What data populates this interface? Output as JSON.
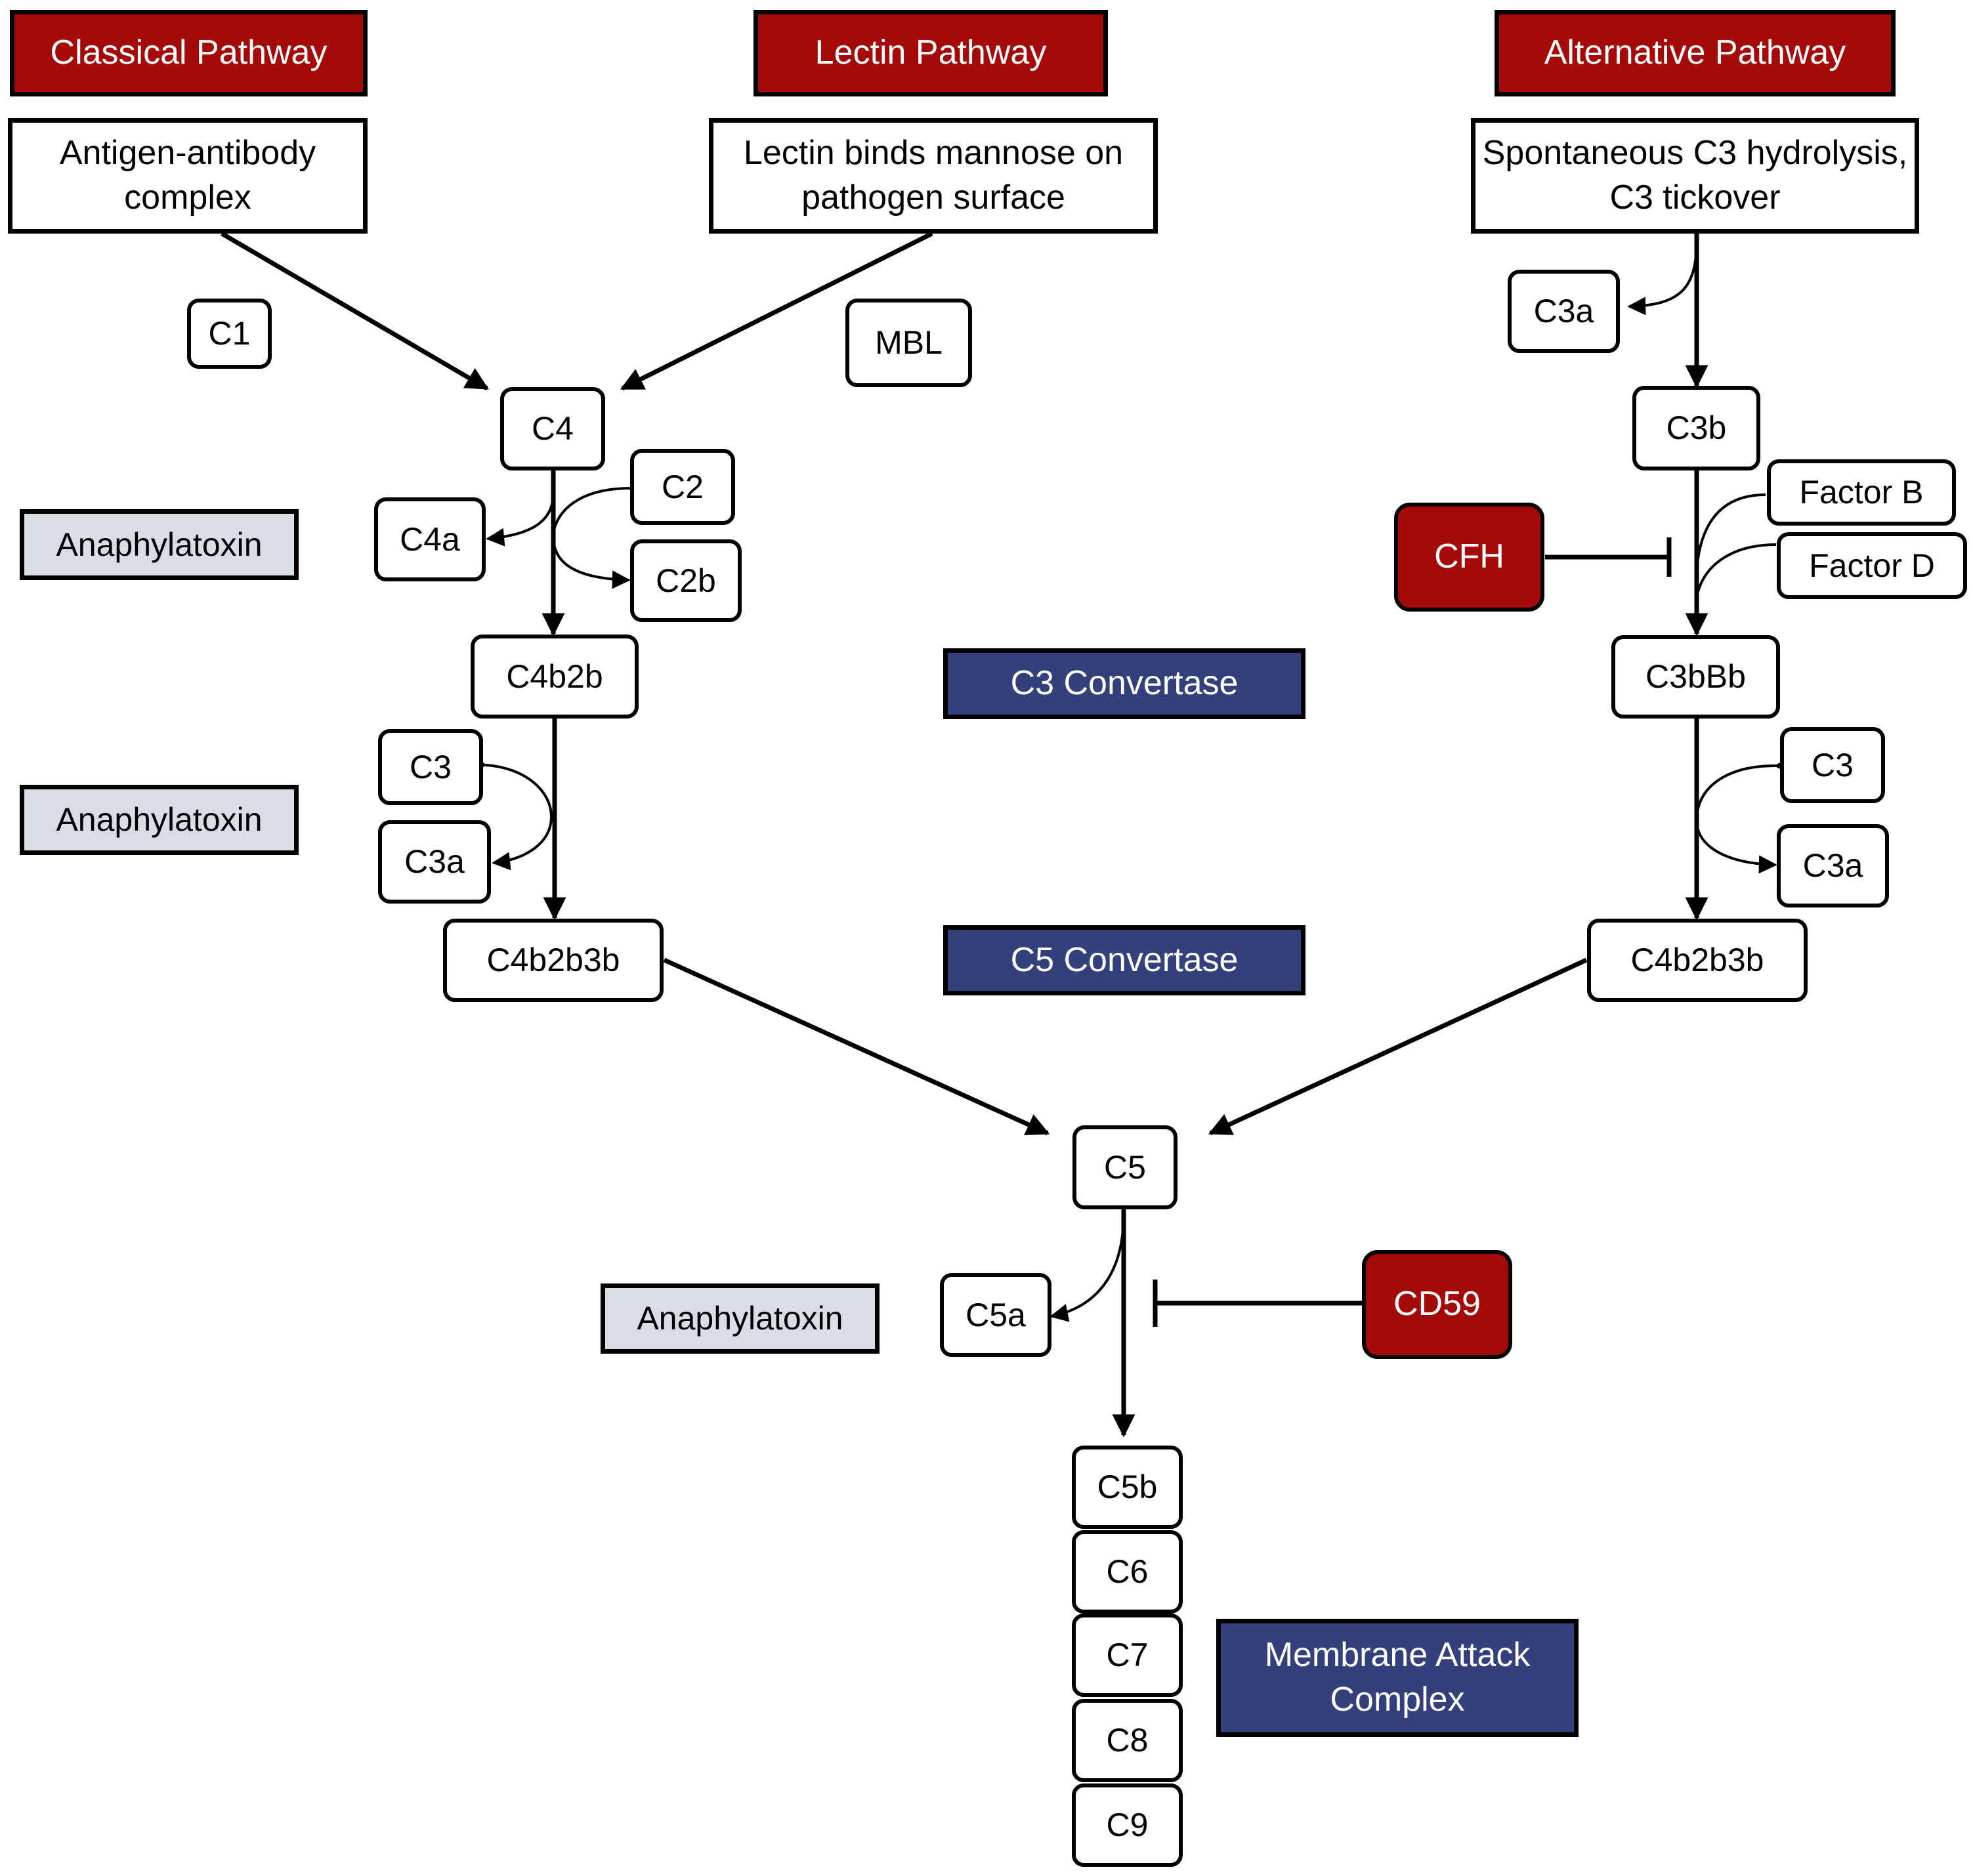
{
  "colors": {
    "pathway_header": "#a50a0a",
    "inhibitor": "#a50a0a",
    "convertase": "#34407c",
    "anaphylatoxin": "#d9dde6",
    "stroke": "#000000"
  },
  "headers": {
    "classical": "Classical Pathway",
    "lectin": "Lectin Pathway",
    "alternative": "Alternative Pathway"
  },
  "triggers": {
    "classical": "Antigen-antibody complex",
    "lectin": "Lectin binds mannose on pathogen surface",
    "alternative": "Spontaneous C3 hydrolysis, C3 tickover"
  },
  "components": {
    "c1": "C1",
    "mbl": "MBL",
    "c4": "C4",
    "c4a": "C4a",
    "c2": "C2",
    "c2b": "C2b",
    "c4b2b": "C4b2b",
    "c3_left": "C3",
    "c3a_left": "C3a",
    "c4b2b3b_left": "C4b2b3b",
    "c3a_alt": "C3a",
    "c3b": "C3b",
    "factor_b": "Factor B",
    "factor_d": "Factor D",
    "c3bbb": "C3bBb",
    "c3_right": "C3",
    "c3a_right": "C3a",
    "c4b2b3b_right": "C4b2b3b",
    "c5": "C5",
    "c5a": "C5a",
    "c5b": "C5b",
    "c6": "C6",
    "c7": "C7",
    "c8": "C8",
    "c9": "C9"
  },
  "inhibitors": {
    "cfh": "CFH",
    "cd59": "CD59"
  },
  "labels": {
    "c3_convertase": "C3 Convertase",
    "c5_convertase": "C5 Convertase",
    "mac": "Membrane Attack Complex",
    "anaphylatoxin_1": "Anaphylatoxin",
    "anaphylatoxin_2": "Anaphylatoxin",
    "anaphylatoxin_3": "Anaphylatoxin"
  }
}
